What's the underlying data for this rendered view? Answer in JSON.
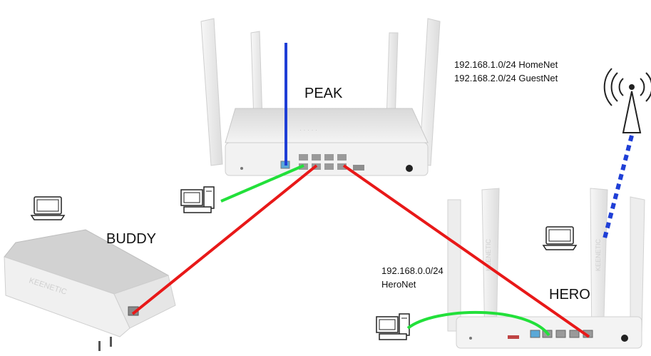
{
  "devices": {
    "peak": {
      "name": "PEAK"
    },
    "buddy": {
      "name": "BUDDY"
    },
    "hero": {
      "name": "HERO"
    }
  },
  "networks": {
    "peak_home": "192.168.1.0/24 HomeNet",
    "peak_guest": "192.168.2.0/24 GuestNet",
    "hero_subnet": "192.168.0.0/24",
    "hero_name": "HeroNet"
  },
  "links": {
    "uplink_color": "#1f3fd6",
    "lan_color": "#22e03a",
    "backhaul_color": "#e81818",
    "wireless_color": "#1f3fd6"
  },
  "icons": [
    "router-icon",
    "repeater-icon",
    "desktop-pc-icon",
    "laptop-icon",
    "cell-tower-icon"
  ]
}
